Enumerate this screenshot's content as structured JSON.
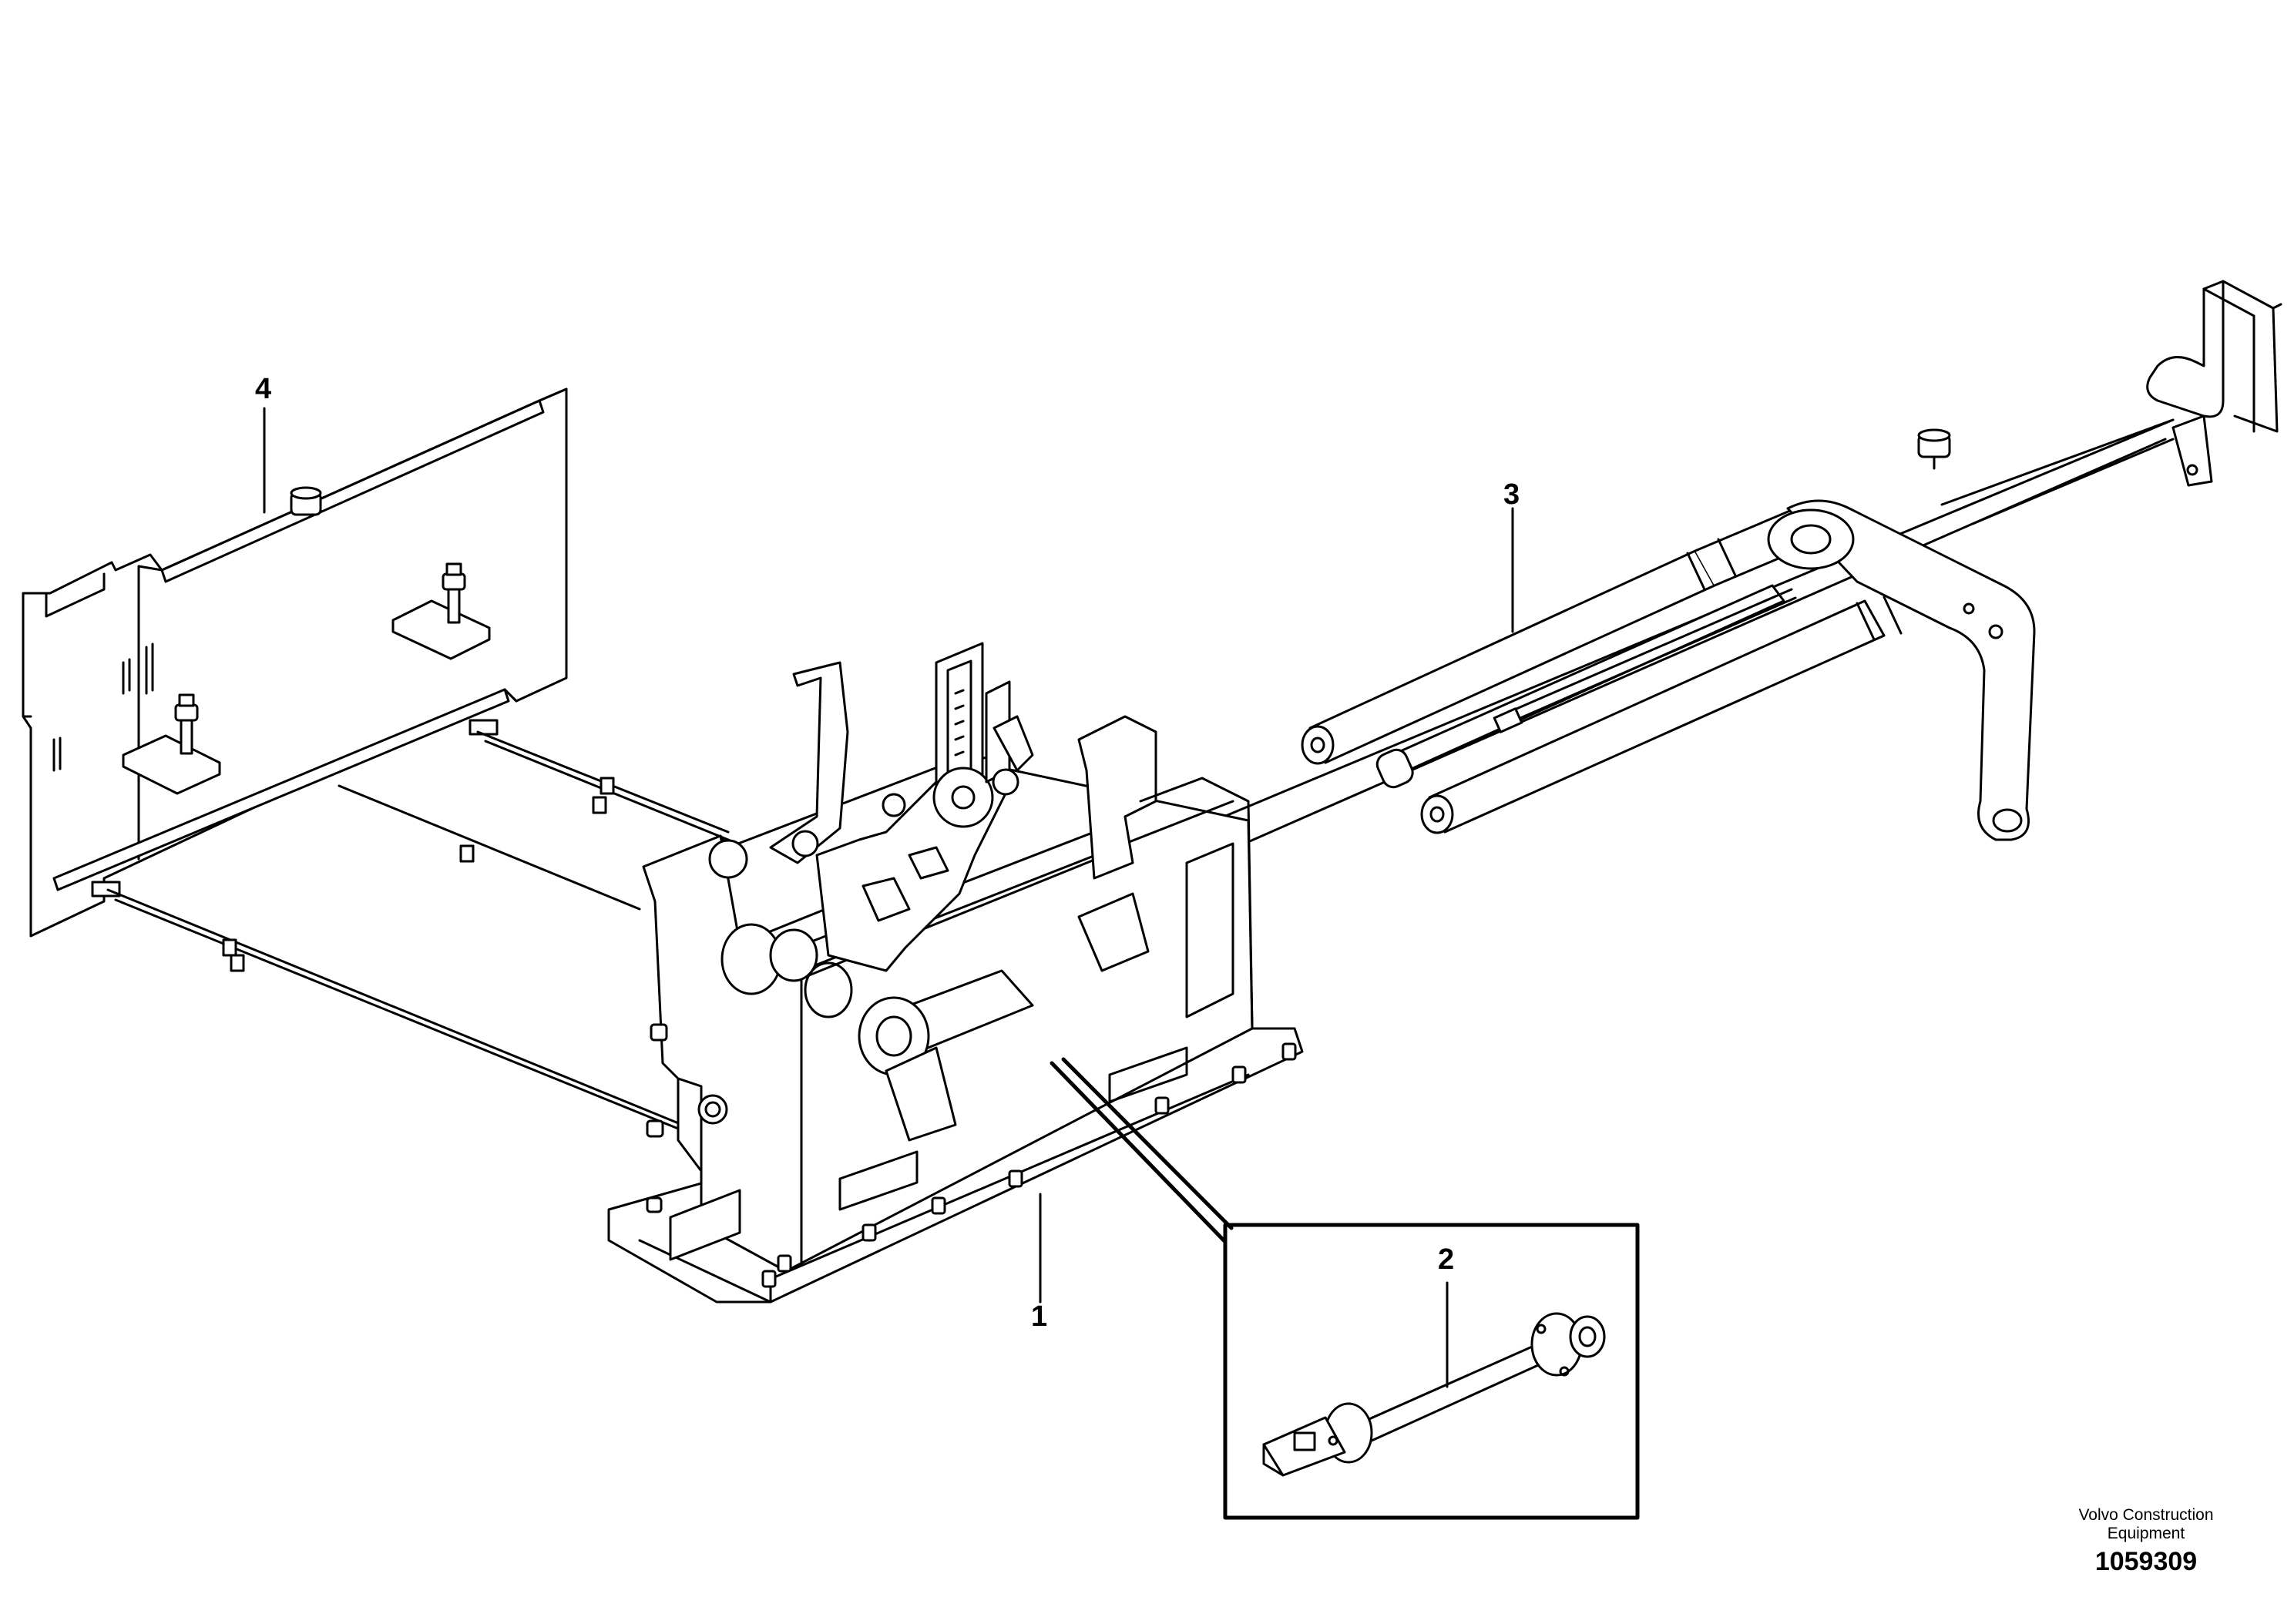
{
  "callouts": {
    "c1": "1",
    "c2": "2",
    "c3": "3",
    "c4": "4"
  },
  "footer": {
    "brand_line1": "Volvo Construction",
    "brand_line2": "Equipment",
    "figure_number": "1059309"
  },
  "colors": {
    "line": "#000000",
    "background": "#ffffff"
  }
}
